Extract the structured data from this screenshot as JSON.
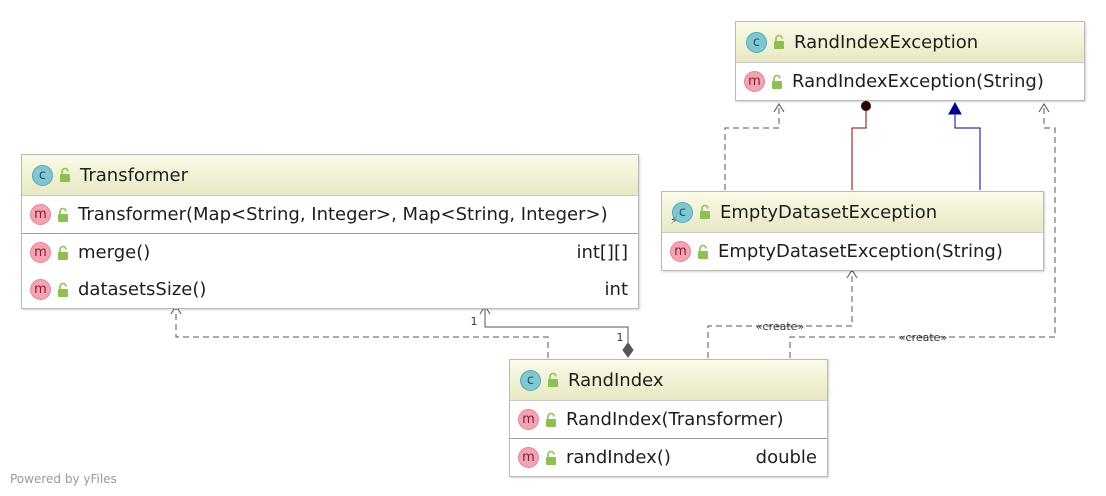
{
  "watermark": "Powered by yFiles",
  "colors": {
    "header_top": "#fbfbe9",
    "header_bottom": "#e8e8c4",
    "dependency_edge": "#555555",
    "inner_class_edge": "#8b0000",
    "inheritance_edge": "#00008b",
    "class_badge": "#7fc7d1",
    "method_badge": "#f5a3b2"
  },
  "nodes": {
    "rand_index_exception": {
      "kind": "class",
      "badge_letter": "c",
      "name": "RandIndexException",
      "constructors": [
        {
          "badge_letter": "m",
          "name": "RandIndexException(String)"
        }
      ],
      "methods": []
    },
    "transformer": {
      "kind": "class",
      "badge_letter": "c",
      "name": "Transformer",
      "constructors": [
        {
          "badge_letter": "m",
          "name": "Transformer(Map<String, Integer>, Map<String, Integer>)"
        }
      ],
      "methods": [
        {
          "badge_letter": "m",
          "name": "merge()",
          "type": "int[][]"
        },
        {
          "badge_letter": "m",
          "name": "datasetsSize()",
          "type": "int"
        }
      ]
    },
    "empty_dataset_exception": {
      "kind": "exception",
      "badge_letter": "c",
      "name": "EmptyDatasetException",
      "constructors": [
        {
          "badge_letter": "m",
          "name": "EmptyDatasetException(String)"
        }
      ],
      "methods": []
    },
    "rand_index": {
      "kind": "class",
      "badge_letter": "c",
      "name": "RandIndex",
      "constructors": [
        {
          "badge_letter": "m",
          "name": "RandIndex(Transformer)"
        }
      ],
      "methods": [
        {
          "badge_letter": "m",
          "name": "randIndex()",
          "type": "double"
        }
      ]
    }
  },
  "edges": {
    "create_label_1": "«create»",
    "create_label_2": "«create»",
    "multiplicity_source": "1",
    "multiplicity_target": "1"
  }
}
